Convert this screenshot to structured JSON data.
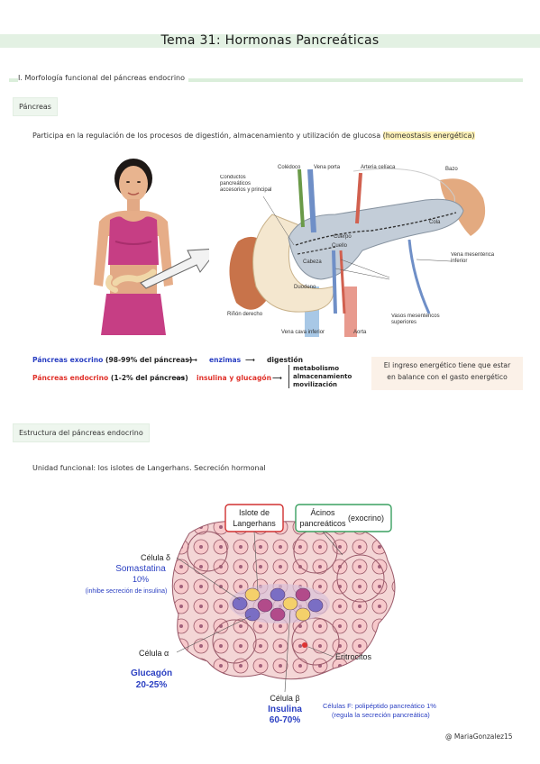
{
  "title": "Tema 31: Hormonas Pancreáticas",
  "section1": "I. Morfología funcional del páncreas endocrino",
  "tag_pancreas": "Páncreas",
  "intro": {
    "text": "Participa en la regulación de los procesos de digestión, almacenamiento y utilización de glucosa ",
    "highlight": "(homeostasis energética)"
  },
  "diagram1": {
    "labels": [
      "Colédoco",
      "Vena porta",
      "Arteria celíaca",
      "Bazo",
      "Conductos pancreáticos accesorios y principal",
      "Cuerpo",
      "Cuello",
      "Cola",
      "Cabeza",
      "Duodeno",
      "Vena mesentérica inferior",
      "Riñón derecho",
      "Vasos mesentéricos superiores",
      "Vena cava inferior",
      "Aorta"
    ]
  },
  "flow": {
    "exo_name": "Páncreas exocrino",
    "exo_pct": " (98-99% del páncreas)",
    "arrow": "⟶",
    "exo_product": "enzimas",
    "exo_result": "digestión",
    "endo_name": "Páncreas endocrino",
    "endo_pct": " (1-2% del páncreas)",
    "endo_product": "insulina y glucagón",
    "endo_results": [
      "metabolismo",
      "almacenamiento",
      "movilización"
    ]
  },
  "note": {
    "line1": "El ingreso energético tiene que estar",
    "line2": "en balance con el gasto energético"
  },
  "tag_estructura": "Estructura del páncreas endocrino",
  "unidad": "Unidad funcional: los islotes de Langerhans. Secreción hormonal",
  "islet": {
    "islote_l1": "Islote de",
    "islote_l2": "Langerhans",
    "acinos_l1": "Ácinos",
    "acinos_l2": "pancreáticos",
    "acinos_exo": "(exocrino)",
    "delta": "Célula δ",
    "somato": "Somastatina",
    "somato_pct": "10%",
    "somato_note": "(inhibe secreción de insulina)",
    "alpha": "Célula α",
    "glucagon": "Glucagón",
    "glucagon_pct": "20-25%",
    "eritro": "Eritrocitos",
    "beta": "Célula β",
    "insulina": "Insulina",
    "insulina_pct": "60-70%",
    "cellf_l1": "Células F: polipéptido pancreático 1%",
    "cellf_l2": "(regula la secreción pancreática)"
  },
  "footer": "@ MariaGonzalez15",
  "colors": {
    "accent_green": "#dbeedb",
    "highlight": "#fff2b8",
    "blue": "#2a3fc2",
    "red": "#e0322b",
    "note_bg": "#fbf1e8"
  }
}
